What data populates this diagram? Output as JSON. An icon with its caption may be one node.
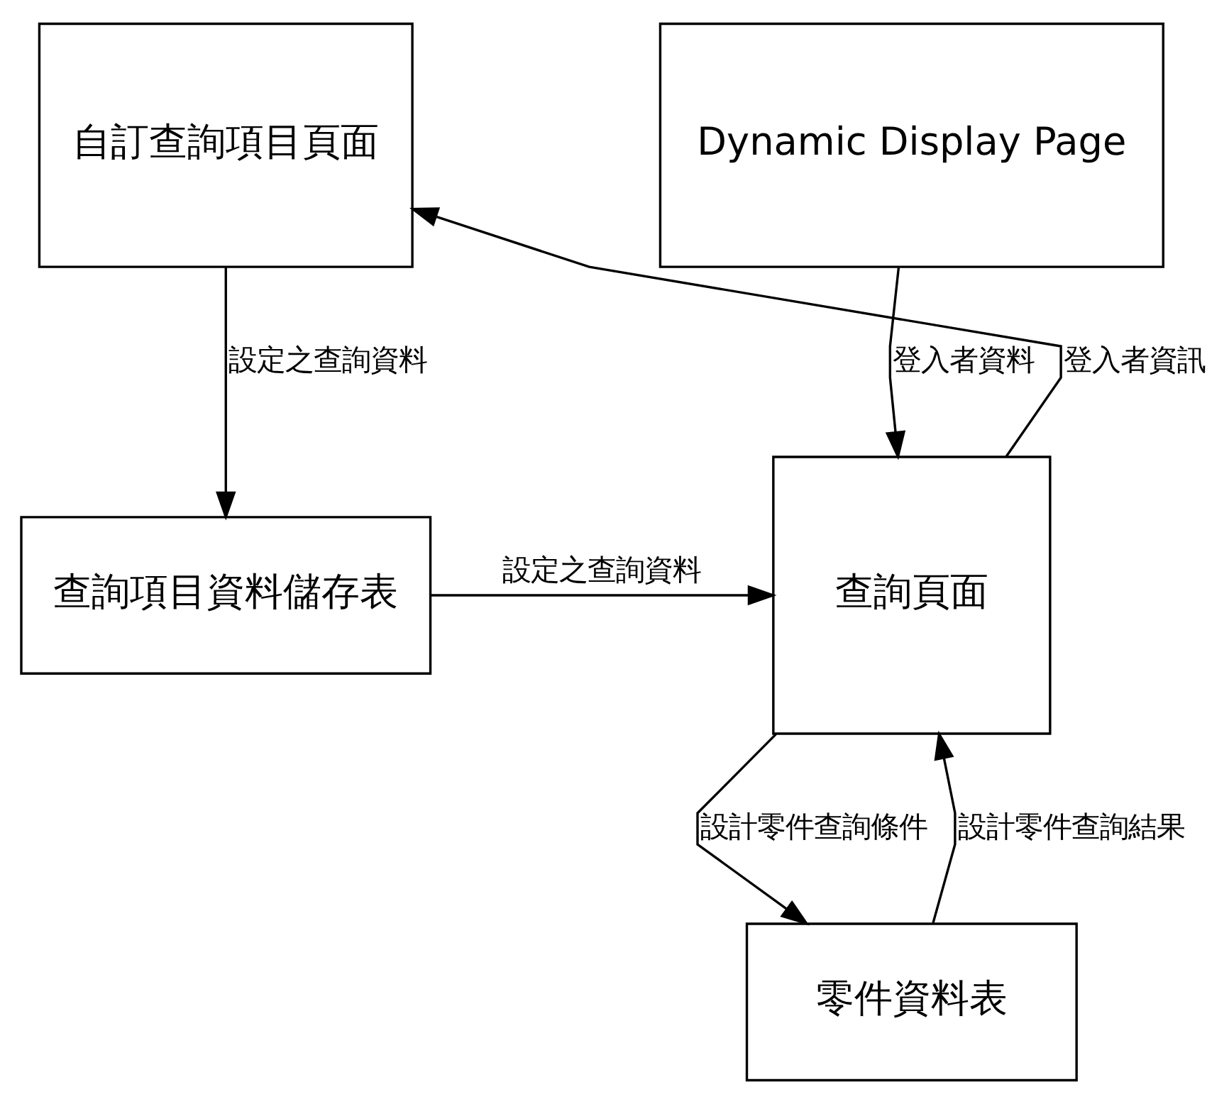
{
  "diagram": {
    "nodes": [
      {
        "text": [
          "Dynamic Display Page"
        ]
      },
      {
        "text": [
          "自訂查詢項目頁面"
        ]
      },
      {
        "text": [
          "查詢項目資料儲存表"
        ]
      },
      {
        "text": [
          "查詢頁面"
        ]
      },
      {
        "text": [
          "零件資料表"
        ]
      }
    ],
    "edges": [
      {
        "from": 0,
        "to": 3,
        "arrow": "to",
        "label": "登入者資料"
      },
      {
        "from": 3,
        "to": 1,
        "arrow": "to",
        "label": "登入者資訊"
      },
      {
        "from": 1,
        "to": 2,
        "arrow": "to",
        "label": "設定之查詢資料"
      },
      {
        "from": 2,
        "to": 3,
        "arrow": "to",
        "label": "設定之查詢資料"
      },
      {
        "from": 3,
        "to": 4,
        "arrow": "to",
        "label": "設計零件查詢條件"
      },
      {
        "from": 4,
        "to": 3,
        "arrow": "to",
        "label": "設計零件查詢結果"
      }
    ]
  }
}
